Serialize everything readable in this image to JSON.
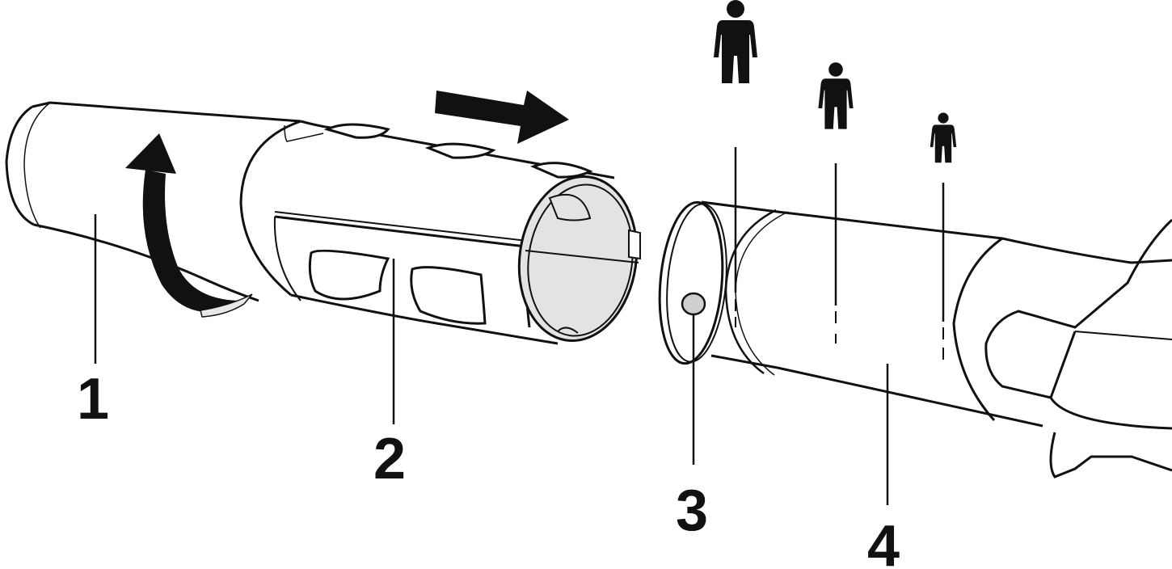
{
  "callouts": [
    {
      "id": "1",
      "label": "1",
      "part": "nozzle"
    },
    {
      "id": "2",
      "label": "2",
      "part": "sleeve"
    },
    {
      "id": "3",
      "label": "3",
      "part": "locking-pin"
    },
    {
      "id": "4",
      "label": "4",
      "part": "blower-tube"
    }
  ],
  "length_markers": [
    {
      "id": "long",
      "person_size": "large"
    },
    {
      "id": "medium",
      "person_size": "medium"
    },
    {
      "id": "short",
      "person_size": "small"
    }
  ],
  "colors": {
    "outline": "#111111",
    "background": "#ffffff",
    "tube_opening": "#e3e3e3",
    "pin": "#cfcfcf"
  }
}
